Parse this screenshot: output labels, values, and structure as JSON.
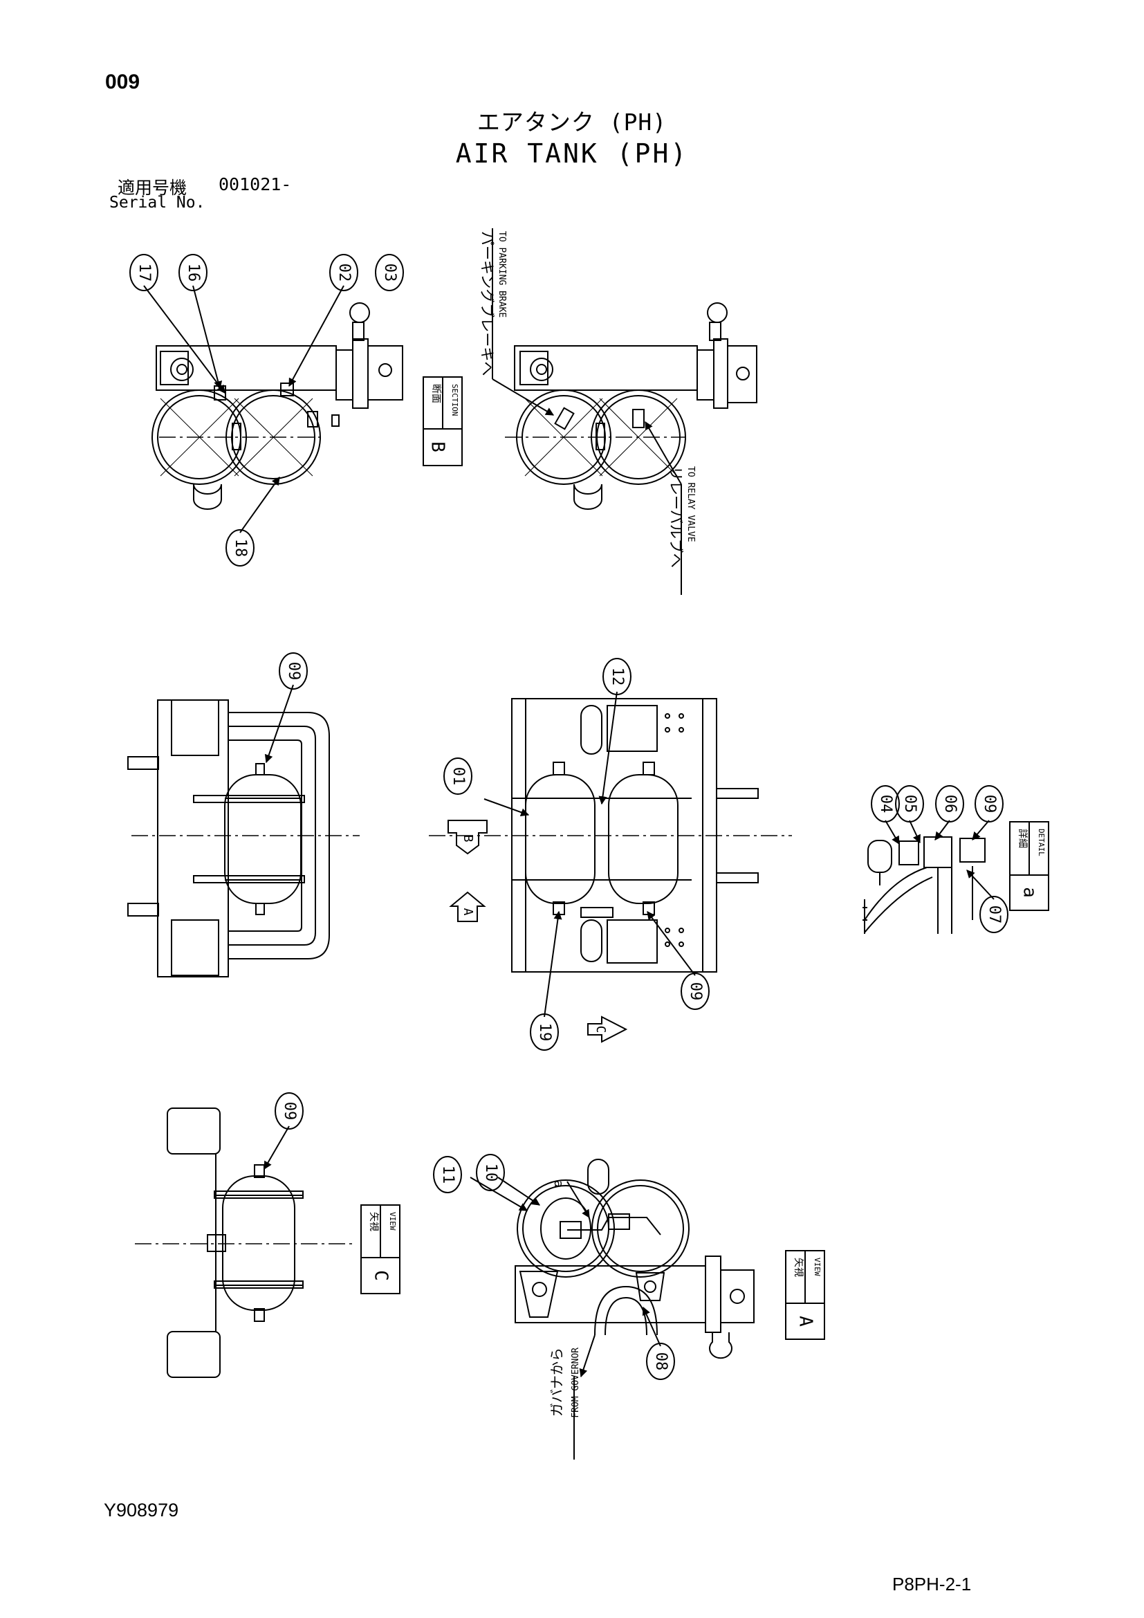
{
  "page": {
    "number": "009",
    "title_ja": "エアタンク (PH)",
    "title_en": "AIR TANK (PH)",
    "serial_label_ja": "適用号機",
    "serial_value": "001021-",
    "serial_label_en": "Serial No.",
    "doc_id": "Y908979",
    "page_code": "P8PH-2-1"
  },
  "callouts": [
    "17",
    "16",
    "02",
    "03",
    "18",
    "09",
    "01",
    "12",
    "19",
    "09",
    "04",
    "05",
    "06",
    "09",
    "07",
    "09",
    "11",
    "10",
    "08"
  ],
  "annotations": {
    "to_parking_brake_ja": "パーキングブレーキへ",
    "to_parking_brake_en": "TO PARKING BRAKE",
    "to_relay_valve_ja": "リレーバルブへ",
    "to_relay_valve_en": "TO RELAY VALVE",
    "from_governor_ja": "ガバナから",
    "from_governor_en": "FROM GOVERNOR",
    "detail_mark": "a"
  },
  "view_labels": {
    "section_b": {
      "ja": "断面",
      "en": "SECTION",
      "letter": "B"
    },
    "detail_a": {
      "ja": "詳細",
      "en": "DETAIL",
      "letter": "a"
    },
    "view_c": {
      "ja": "矢視",
      "en": "VIEW",
      "letter": "C"
    },
    "view_a": {
      "ja": "矢視",
      "en": "VIEW",
      "letter": "A"
    }
  },
  "arrows": {
    "b": "B",
    "a": "A",
    "c": "C"
  }
}
